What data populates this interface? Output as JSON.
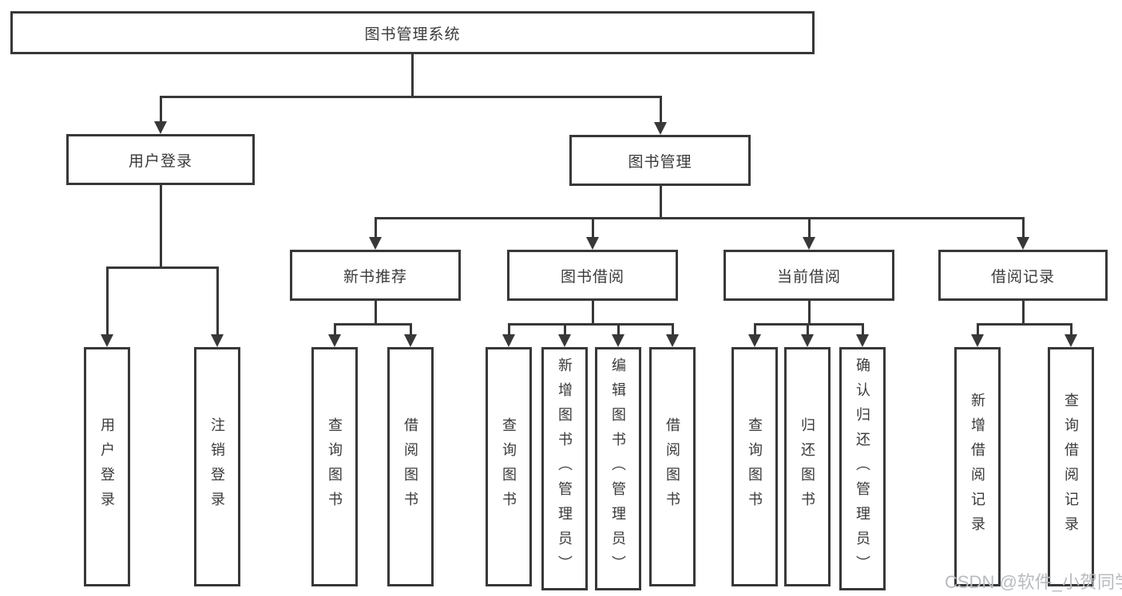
{
  "diagram": {
    "root": {
      "label": "图书管理系统"
    },
    "branches": [
      {
        "label": "用户登录",
        "children": [
          {
            "label": "用户登录"
          },
          {
            "label": "注销登录"
          }
        ]
      },
      {
        "label": "图书管理",
        "children": [
          {
            "label": "新书推荐",
            "children": [
              {
                "label": "查询图书"
              },
              {
                "label": "借阅图书"
              }
            ]
          },
          {
            "label": "图书借阅",
            "children": [
              {
                "label": "查询图书"
              },
              {
                "label": "新增图书（管理员）"
              },
              {
                "label": "编辑图书（管理员）"
              },
              {
                "label": "借阅图书"
              }
            ]
          },
          {
            "label": "当前借阅",
            "children": [
              {
                "label": "查询图书"
              },
              {
                "label": "归还图书"
              },
              {
                "label": "确认归还（管理员）"
              }
            ]
          },
          {
            "label": "借阅记录",
            "children": [
              {
                "label": "新增借阅记录"
              },
              {
                "label": "查询借阅记录"
              }
            ]
          }
        ]
      }
    ]
  },
  "colors": {
    "line": "#383838",
    "text": "#3a3a3a",
    "watermark": "#b7bbc0"
  },
  "watermark": "CSDN @软件_小贺同学"
}
